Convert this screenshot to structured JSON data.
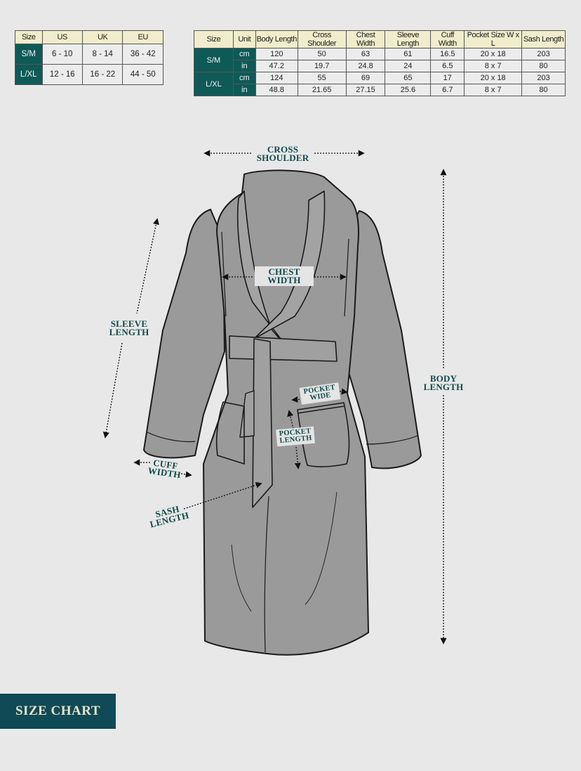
{
  "international_sizes": {
    "headers": [
      "Size",
      "US",
      "UK",
      "EU"
    ],
    "rows": [
      {
        "size": "S/M",
        "us": "6 - 10",
        "uk": "8 - 14",
        "eu": "36 - 42"
      },
      {
        "size": "L/XL",
        "us": "12 - 16",
        "uk": "16 - 22",
        "eu": "44 - 50"
      }
    ]
  },
  "measurements": {
    "headers": [
      "Size",
      "Unit",
      "Body Length",
      "Cross Shoulder",
      "Chest Width",
      "Sleeve Length",
      "Cuff Width",
      "Pocket Size W x L",
      "Sash Length"
    ],
    "groups": [
      {
        "size": "S/M",
        "rows": [
          {
            "unit": "cm",
            "values": [
              "120",
              "50",
              "63",
              "61",
              "16.5",
              "20 x 18",
              "203"
            ]
          },
          {
            "unit": "in",
            "values": [
              "47.2",
              "19.7",
              "24.8",
              "24",
              "6.5",
              "8 x 7",
              "80"
            ]
          }
        ]
      },
      {
        "size": "L/XL",
        "rows": [
          {
            "unit": "cm",
            "values": [
              "124",
              "55",
              "69",
              "65",
              "17",
              "20 x 18",
              "203"
            ]
          },
          {
            "unit": "in",
            "values": [
              "48.8",
              "21.65",
              "27.15",
              "25.6",
              "6.7",
              "8 x 7",
              "80"
            ]
          }
        ]
      }
    ]
  },
  "diagram": {
    "labels": {
      "cross_shoulder": [
        "CROSS",
        "SHOULDER"
      ],
      "chest_width": [
        "CHEST",
        "WIDTH"
      ],
      "sleeve_length": [
        "SLEEVE",
        "LENGTH"
      ],
      "body_length": [
        "BODY",
        "LENGTH"
      ],
      "pocket_wide": [
        "POCKET",
        "WIDE"
      ],
      "pocket_length": [
        "POCKET",
        "LENGTH"
      ],
      "cuff_width": [
        "CUFF",
        "WIDTH"
      ],
      "sash_length": [
        "SASH",
        "LENGTH"
      ]
    },
    "colors": {
      "robe_fill": "#9a9a9a",
      "outline": "#1a1a1a",
      "label_text": "#0f4a4c",
      "teal": "#0e5a57",
      "header_cream": "#f1eccb"
    }
  },
  "badge": {
    "label": "SIZE CHART"
  }
}
